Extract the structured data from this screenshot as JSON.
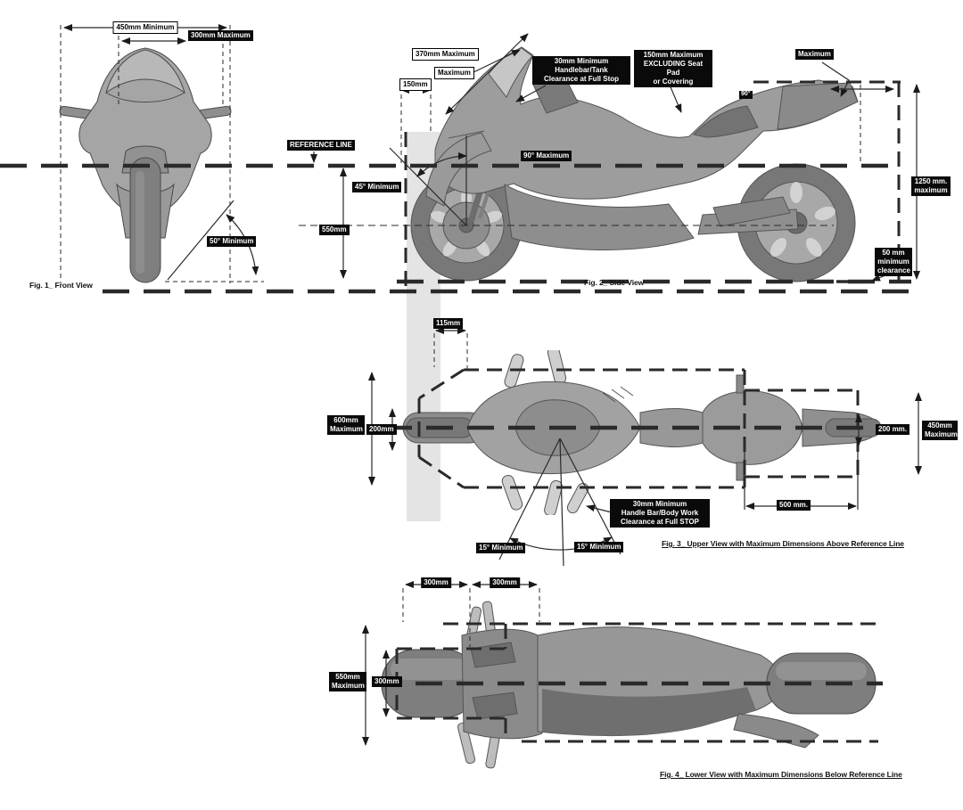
{
  "colors": {
    "label_bg": "#0a0a0a",
    "label_text": "#ffffff",
    "line": "#2a2a2a",
    "band": "#e4e4e4",
    "body_gray": "#9d9d9d"
  },
  "figures": {
    "front_view": {
      "caption": "Fig. 1_ Front View",
      "dims": {
        "handlebar_width": "450mm Minimum",
        "screen_width": "300mm Maximum",
        "lean_angle": "50° Minimum"
      }
    },
    "side_view": {
      "caption": "Fig. 2_ Side View",
      "dims": {
        "screen_length": "370mm Maximum",
        "screen_height": "Maximum",
        "front_overhang": "150mm",
        "handlebar_clearance": "30mm Minimum\nHandlebar/Tank\nClearance at Full Stop",
        "seat_height": "150mm Maximum\nEXCLUDING Seat Pad\nor Covering",
        "tail_height": "Maximum",
        "seat_angle": "90°",
        "reference_line": "REFERENCE LINE",
        "angle_max": "90° Maximum",
        "angle_min": "45° Minimum",
        "axle_height": "550mm",
        "overall_max": "1250 mm.\nmaximum",
        "ground_clearance": "50 mm\nminimum\nclearance"
      }
    },
    "upper_view": {
      "caption": "Fig. 3_ Upper View with Maximum Dimensions Above Reference Line",
      "dims": {
        "nose_width": "115mm",
        "overall_width": "600mm\nMaximum",
        "front_width": "200mm",
        "tail_half_width": "200 mm.",
        "tail_width": "450mm\nMaximum",
        "tail_length": "500 mm.",
        "bar_clearance": "30mm Minimum\nHandle Bar/Body Work\nClearance at Full STOP",
        "steer_left": "15° Minimum",
        "steer_right": "15° Minimum"
      }
    },
    "lower_view": {
      "caption": "Fig. 4_ Lower View with Maximum Dimensions Below Reference Line",
      "dims": {
        "front_seg1": "300mm",
        "front_seg2": "300mm",
        "overall_width": "550mm\nMaximum",
        "tyre_width": "300mm"
      }
    }
  }
}
